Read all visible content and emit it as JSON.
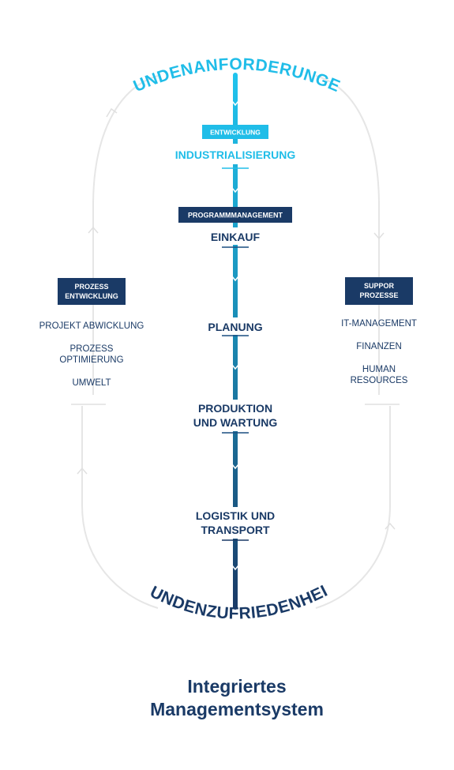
{
  "top_arc_label": "KUNDENANFORDERUNGEN",
  "bottom_arc_label": "KUNDENZUFRIEDENHEIT",
  "stages": [
    {
      "badge": "ENTWICKLUNG",
      "label": [
        "INDUSTRIALISIERUNG"
      ],
      "color": "#20bde8"
    },
    {
      "badge": "PROGRAMMMANAGEMENT",
      "label": [
        "EINKAUF"
      ],
      "color": "#1a3a66"
    },
    {
      "label": [
        "PLANUNG"
      ],
      "color": "#1a3a66"
    },
    {
      "label": [
        "PRODUKTION",
        "UND WARTUNG"
      ],
      "color": "#1a3a66"
    },
    {
      "label": [
        "LOGISTIK UND",
        "TRANSPORT"
      ],
      "color": "#1a3a66"
    }
  ],
  "left_panel": {
    "badge": [
      "PROZESS",
      "ENTWICKLUNG"
    ],
    "items": [
      [
        "PROJEKT ABWICKLUNG"
      ],
      [
        "PROZESS",
        "OPTIMIERUNG"
      ],
      [
        "UMWELT"
      ]
    ]
  },
  "right_panel": {
    "badge": [
      "SUPPOR",
      "PROZESSE"
    ],
    "items": [
      [
        "IT-MANAGEMENT"
      ],
      [
        "FINANZEN"
      ],
      [
        "HUMAN",
        "RESOURCES"
      ]
    ]
  },
  "title": [
    "Integriertes",
    "Managementsystem"
  ],
  "colors": {
    "cyan": "#20bde8",
    "navy": "#1a3a66",
    "track": "#e6e6e6",
    "badge_bg": "#1a3a66"
  }
}
